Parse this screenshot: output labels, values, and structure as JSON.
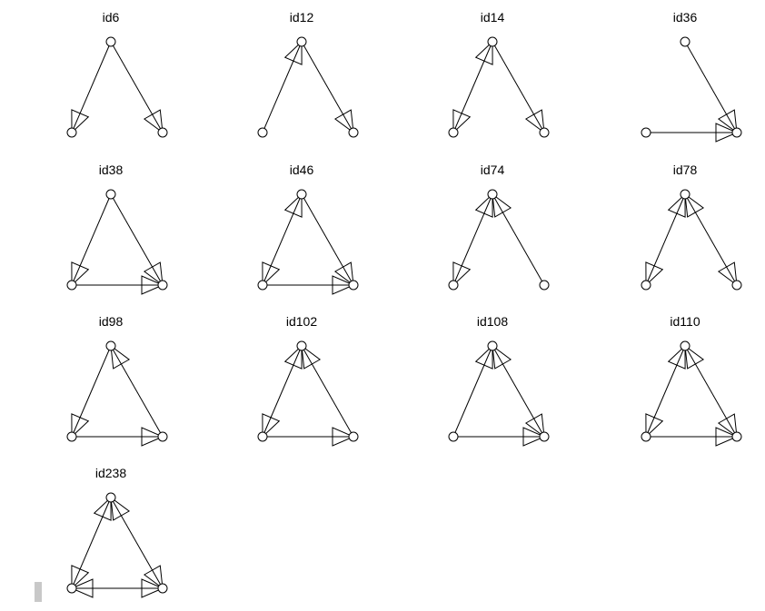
{
  "triads": [
    {
      "label": "id6",
      "edges": [
        [
          "top",
          "bl"
        ],
        [
          "top",
          "br"
        ]
      ]
    },
    {
      "label": "id12",
      "edges": [
        [
          "bl",
          "top"
        ],
        [
          "top",
          "br"
        ]
      ]
    },
    {
      "label": "id14",
      "edges": [
        [
          "top",
          "bl"
        ],
        [
          "bl",
          "top"
        ],
        [
          "top",
          "br"
        ]
      ]
    },
    {
      "label": "id36",
      "edges": [
        [
          "top",
          "br"
        ],
        [
          "bl",
          "br"
        ]
      ]
    },
    {
      "label": "id38",
      "edges": [
        [
          "top",
          "bl"
        ],
        [
          "top",
          "br"
        ],
        [
          "bl",
          "br"
        ]
      ]
    },
    {
      "label": "id46",
      "edges": [
        [
          "top",
          "bl"
        ],
        [
          "bl",
          "top"
        ],
        [
          "top",
          "br"
        ],
        [
          "bl",
          "br"
        ]
      ]
    },
    {
      "label": "id74",
      "edges": [
        [
          "top",
          "bl"
        ],
        [
          "bl",
          "top"
        ],
        [
          "br",
          "top"
        ]
      ]
    },
    {
      "label": "id78",
      "edges": [
        [
          "top",
          "bl"
        ],
        [
          "bl",
          "top"
        ],
        [
          "top",
          "br"
        ],
        [
          "br",
          "top"
        ]
      ]
    },
    {
      "label": "id98",
      "edges": [
        [
          "top",
          "bl"
        ],
        [
          "br",
          "top"
        ],
        [
          "bl",
          "br"
        ]
      ]
    },
    {
      "label": "id102",
      "edges": [
        [
          "top",
          "bl"
        ],
        [
          "bl",
          "top"
        ],
        [
          "br",
          "top"
        ],
        [
          "bl",
          "br"
        ]
      ]
    },
    {
      "label": "id108",
      "edges": [
        [
          "bl",
          "top"
        ],
        [
          "top",
          "br"
        ],
        [
          "br",
          "top"
        ],
        [
          "bl",
          "br"
        ]
      ]
    },
    {
      "label": "id110",
      "edges": [
        [
          "top",
          "bl"
        ],
        [
          "bl",
          "top"
        ],
        [
          "top",
          "br"
        ],
        [
          "br",
          "top"
        ],
        [
          "bl",
          "br"
        ]
      ]
    },
    {
      "label": "id238",
      "edges": [
        [
          "top",
          "bl"
        ],
        [
          "bl",
          "top"
        ],
        [
          "top",
          "br"
        ],
        [
          "br",
          "top"
        ],
        [
          "bl",
          "br"
        ],
        [
          "br",
          "bl"
        ]
      ]
    }
  ]
}
